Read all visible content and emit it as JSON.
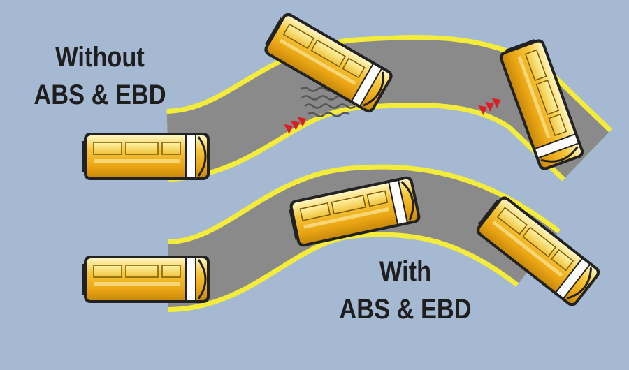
{
  "captions": {
    "without": {
      "line1": "Without",
      "line2": "ABS & EBD"
    },
    "with": {
      "line1": "With",
      "line2": "ABS & EBD"
    }
  },
  "scenarios": {
    "without": {
      "buses": 3,
      "skid_marks": true,
      "outcome": "bus leaves road"
    },
    "with": {
      "buses": 3,
      "skid_marks": false,
      "outcome": "bus stays on road"
    }
  },
  "colors": {
    "background": "#a6b9d3",
    "road": "#8a8a8a",
    "road_edge": "#f4ec3a",
    "bus_body": "#f2b81e",
    "bus_outline": "#222222",
    "skid_arrow": "#d81f26",
    "text": "#1e1e1e"
  },
  "icons": {
    "bus": "bus-top-view-icon",
    "skid_arrow": "triple-chevron-right-icon",
    "skid_marks": "tire-skid-marks-icon"
  }
}
